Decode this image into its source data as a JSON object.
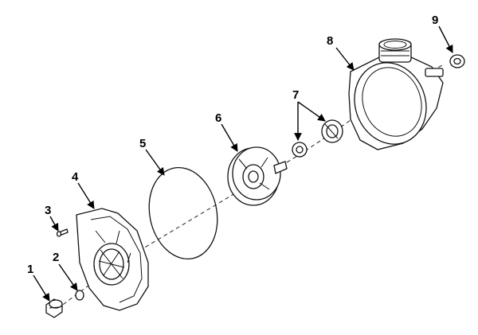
{
  "callouts": {
    "c1": "1",
    "c2": "2",
    "c3": "3",
    "c4": "4",
    "c5": "5",
    "c6": "6",
    "c7": "7",
    "c8": "8",
    "c9": "9"
  },
  "colors": {
    "line": "#111111",
    "background": "#ffffff"
  }
}
